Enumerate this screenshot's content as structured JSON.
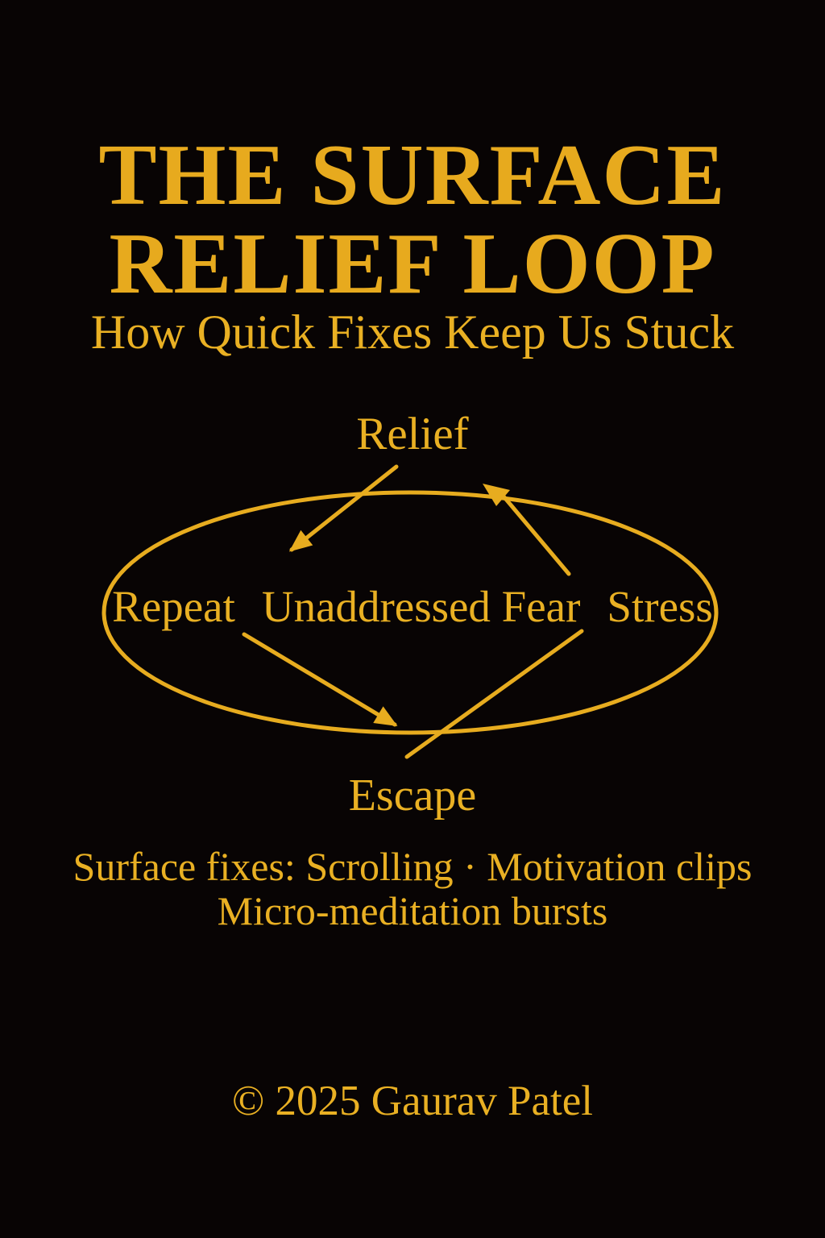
{
  "poster": {
    "title_line1": "THE SURFACE",
    "title_line2": "RELIEF LOOP",
    "subtitle": "How Quick Fixes Keep Us Stuck",
    "footer": "© 2025 Gaurav Patel"
  },
  "diagram": {
    "type": "cycle-loop",
    "top_node": "Relief",
    "inner_nodes": [
      "Repeat",
      "Unaddressed Fear",
      "Stress"
    ],
    "bottom_node": "Escape",
    "caption_line1": "Surface fixes: Scrolling · Motivation clips",
    "caption_line2": "Micro-meditation bursts"
  },
  "colors": {
    "background": "#080404",
    "gold": "#E7AC1F"
  }
}
